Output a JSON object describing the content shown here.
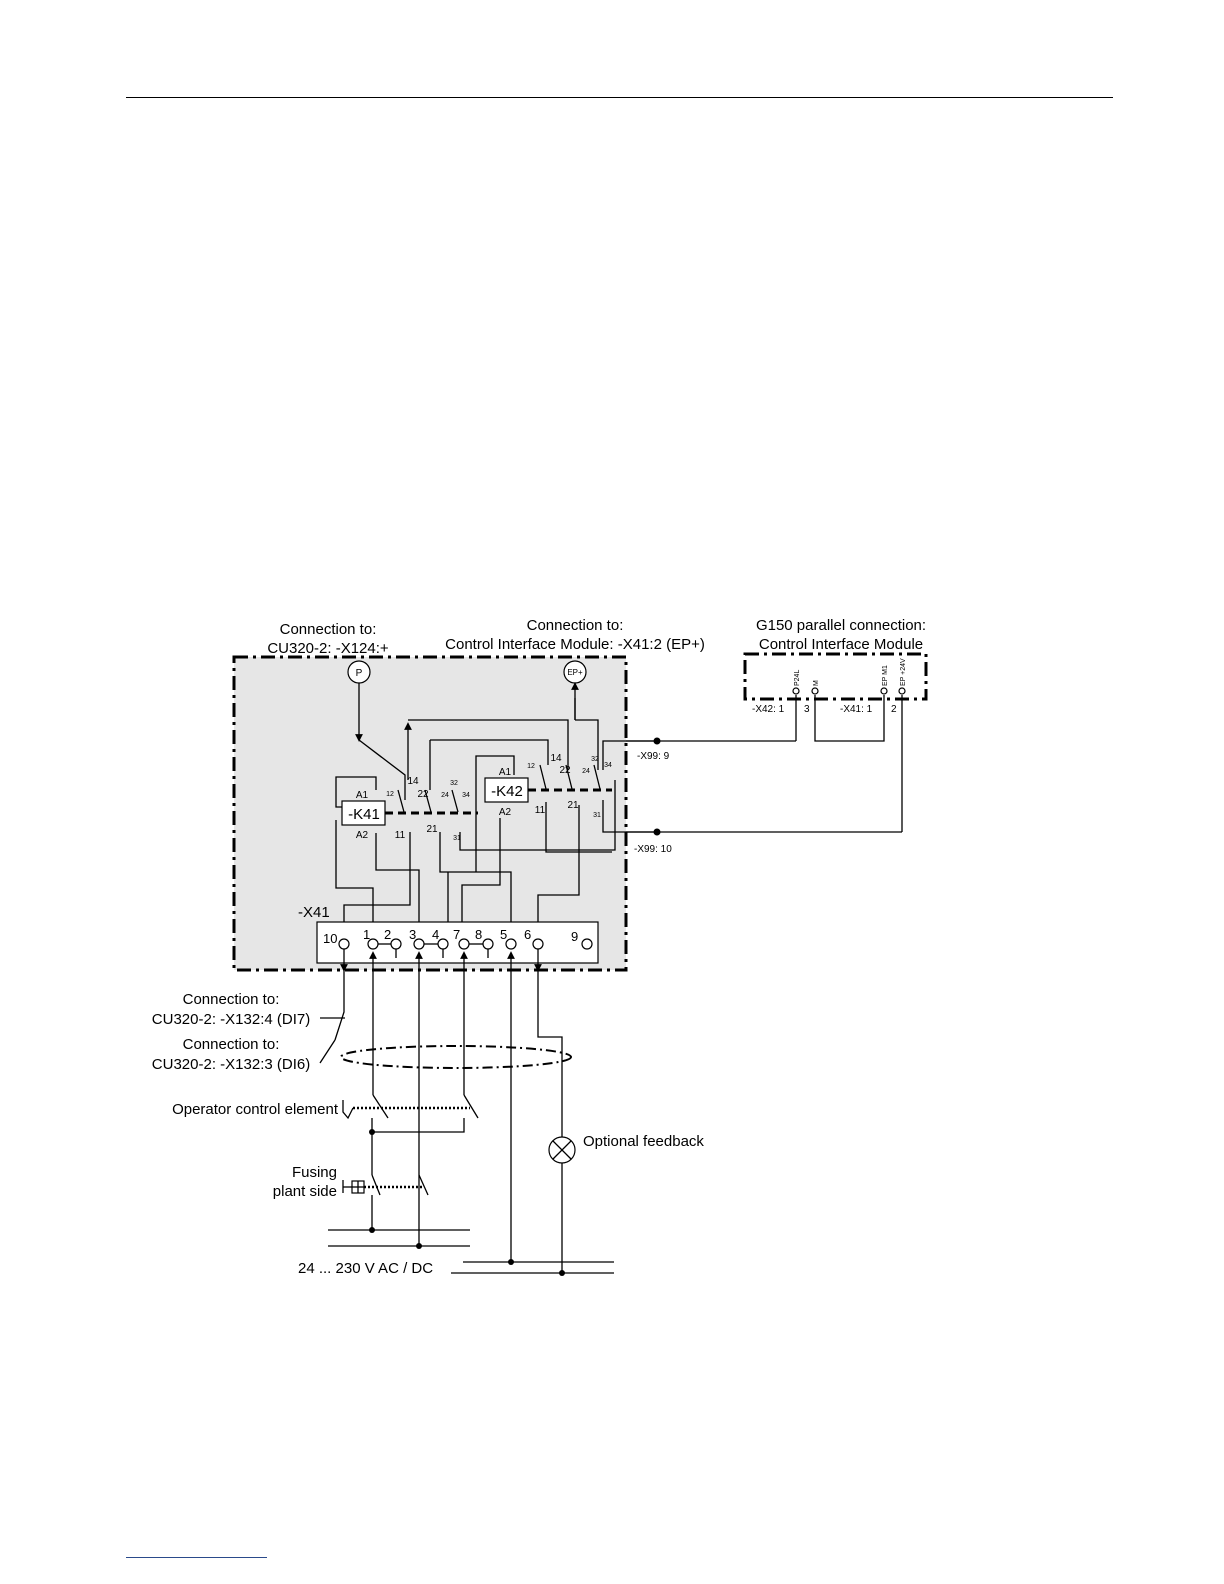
{
  "header": {},
  "labels": {
    "cu320_x124_line1": "Connection to:",
    "cu320_x124_line2": "CU320-2: -X124:+",
    "cim_x41_line1": "Connection to:",
    "cim_x41_line2": "Control Interface Module: -X41:2 (EP+)",
    "g150_line1": "G150 parallel connection:",
    "g150_line2": "Control Interface Module",
    "p_symbol": "P",
    "ep_symbol": "EP+",
    "k41": "-K41",
    "k42": "-K42",
    "a1": "A1",
    "a2": "A2",
    "x41": "-X41",
    "x99_9": "-X99: 9",
    "x99_10": "-X99: 10",
    "x42_1": "-X42: 1",
    "x42_3": "3",
    "x41_1": "-X41: 1",
    "x41_2": "2",
    "p24l": "P24L",
    "m": "M",
    "epm1": "EP M1",
    "ep24v": "EP +24V",
    "di7_line1": "Connection to:",
    "di7_line2": "CU320-2: -X132:4 (DI7)",
    "di6_line1": "Connection to:",
    "di6_line2": "CU320-2: -X132:3 (DI6)",
    "operator": "Operator control element",
    "feedback": "Optional feedback",
    "fusing_line1": "Fusing",
    "fusing_line2": "plant side",
    "supply": "24 ... 230 V AC / DC"
  },
  "relay_contacts": {
    "k41": [
      "14",
      "12",
      "22",
      "24",
      "32",
      "34",
      "11",
      "21",
      "31"
    ],
    "k42": [
      "14",
      "12",
      "22",
      "24",
      "32",
      "34",
      "11",
      "21",
      "31"
    ]
  },
  "terminals": [
    "10",
    "1",
    "2",
    "3",
    "4",
    "7",
    "8",
    "5",
    "6",
    "9"
  ],
  "colors": {
    "box_fill": "#e6e6e6",
    "line": "#000000"
  }
}
